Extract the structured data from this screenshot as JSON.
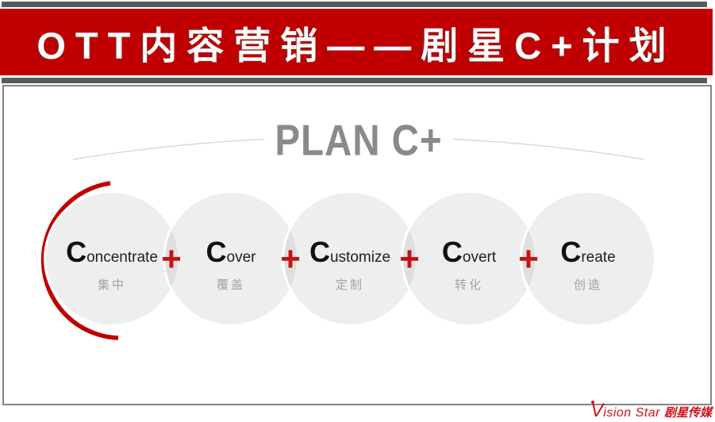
{
  "header": {
    "title": "OTT内容营销——剧星C+计划"
  },
  "plan": {
    "title": "PLAN C+"
  },
  "plus_sign": "+",
  "items": [
    {
      "initial": "C",
      "rest": "oncentrate",
      "cn": "集中"
    },
    {
      "initial": "C",
      "rest": "over",
      "cn": "覆盖"
    },
    {
      "initial": "C",
      "rest": "ustomize",
      "cn": "定制"
    },
    {
      "initial": "C",
      "rest": "overt",
      "cn": "转化"
    },
    {
      "initial": "C",
      "rest": "reate",
      "cn": "创造"
    }
  ],
  "logo": {
    "v_initial": "V",
    "name_rest": "ision Star",
    "cn": "剧星传媒"
  },
  "colors": {
    "banner_red": "#c00000",
    "rule_gray": "#595959",
    "plan_title_gray": "#8a8a8a",
    "plus_red": "#c31414",
    "circle_fill": "#ededed",
    "logo_red": "#d1101a",
    "panel_border": "#858585"
  }
}
